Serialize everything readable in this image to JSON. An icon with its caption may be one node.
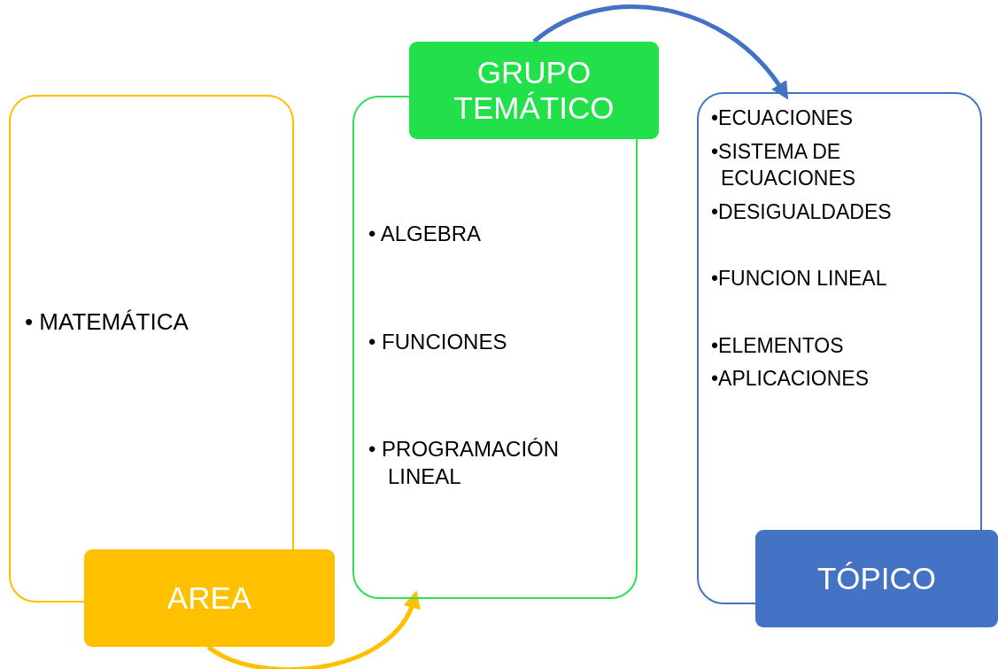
{
  "diagram": {
    "nodes": [
      {
        "text": [
          "• MATEMÁTICA"
        ]
      },
      {
        "text": [
          "AREA"
        ]
      },
      {
        "text": [
          "• ALGEBRA",
          "• FUNCIONES",
          "• PROGRAMACIÓN LINEAL"
        ]
      },
      {
        "text": [
          "GRUPO TEMÁTICO"
        ]
      },
      {
        "text": [
          "•ECUACIONES",
          "•SISTEMA DE ECUACIONES",
          "•DESIGUALDADES",
          "•FUNCION LINEAL",
          "•ELEMENTOS",
          "•APLICACIONES"
        ]
      },
      {
        "text": [
          "TÓPICO"
        ]
      }
    ],
    "edges": [
      {
        "from": 1,
        "to": 2,
        "arrow": "to",
        "color": "#ffc000"
      },
      {
        "from": 3,
        "to": 4,
        "arrow": "to",
        "color": "#4472c4"
      }
    ]
  }
}
